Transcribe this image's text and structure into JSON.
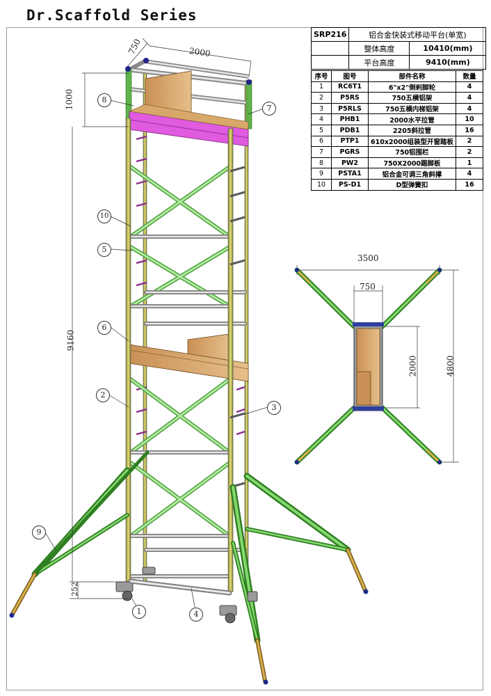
{
  "brand": "Dr.Scaffold Series",
  "spec": {
    "model": "SRP216",
    "name": "铝合金快装式移动平台(单宽)",
    "overall_height_label": "整体高度",
    "overall_height_value": "10410(mm)",
    "platform_height_label": "平台高度",
    "platform_height_value": "9410(mm)"
  },
  "parts_table": {
    "headers": [
      "序号",
      "图号",
      "部件名称",
      "数量"
    ],
    "rows": [
      [
        "1",
        "RC6T1",
        "6\"x2\"侧刹脚轮",
        "4"
      ],
      [
        "2",
        "P5RS",
        "750五横铝架",
        "4"
      ],
      [
        "3",
        "P5RLS",
        "750五横内梯铝架",
        "4"
      ],
      [
        "4",
        "PHB1",
        "2000水平拉管",
        "10"
      ],
      [
        "5",
        "PDB1",
        "2205斜拉管",
        "16"
      ],
      [
        "6",
        "PTP1",
        "610x2000组装型开窗踏板",
        "2"
      ],
      [
        "7",
        "PGRS",
        "750铝围栏",
        "2"
      ],
      [
        "8",
        "PW2",
        "750X2000踢脚板",
        "1"
      ],
      [
        "9",
        "PSTA1",
        "铝合金可调三角斜撑",
        "4"
      ],
      [
        "10",
        "PS-D1",
        "D型弹簧扣",
        "16"
      ]
    ]
  },
  "dimensions": {
    "width_top": "750",
    "length_top": "2000",
    "guard_height": "1000",
    "platform_height": "9160",
    "caster_height": "252",
    "plan_span": "3500",
    "plan_width": "750",
    "plan_length": "2000",
    "plan_span_long": "4800"
  },
  "callouts": [
    "1",
    "2",
    "3",
    "4",
    "5",
    "6",
    "7",
    "8",
    "9",
    "10"
  ],
  "colors": {
    "frame_yellow": "#c8c44a",
    "brace_green": "#7fd36a",
    "outrigger_green": "#3f9f2f",
    "rung_purple": "#8a2a8a",
    "toeboard_magenta": "#d24fd2",
    "plank_wood": "#d8a86a",
    "rail_gray": "#c8c8c8"
  }
}
